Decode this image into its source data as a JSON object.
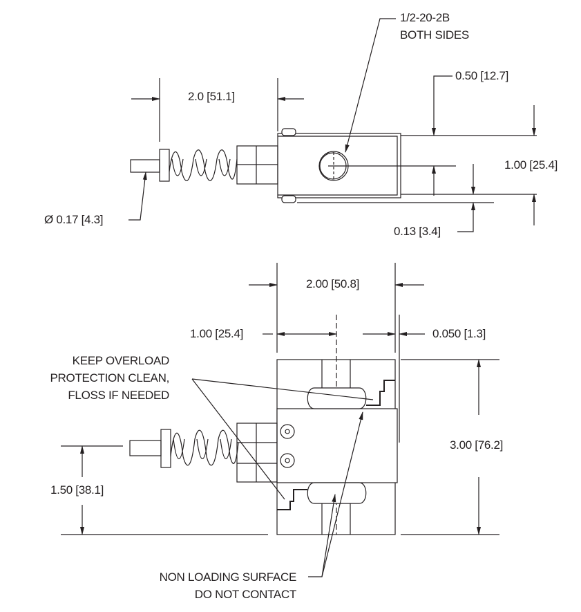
{
  "colors": {
    "line": "#231f20",
    "background": "#ffffff"
  },
  "top_view": {
    "thread_callout": [
      "1/2-20-2B",
      "BOTH SIDES"
    ],
    "cable_length": "2.0 [51.1]",
    "center_offset": "0.50 [12.7]",
    "height": "1.00 [25.4]",
    "flange_offset": "0.13 [3.4]",
    "cable_diameter": "Ø 0.17 [4.3]"
  },
  "front_view": {
    "width": "2.00 [50.8]",
    "half_width": "1.00 [25.4]",
    "gap": "0.050 [1.3]",
    "height": "3.00 [76.2]",
    "cable_height": "1.50 [38.1]",
    "overload_note": [
      "KEEP OVERLOAD",
      "PROTECTION CLEAN,",
      "FLOSS IF NEEDED"
    ],
    "surface_note": [
      "NON LOADING SURFACE",
      "DO NOT CONTACT"
    ]
  }
}
